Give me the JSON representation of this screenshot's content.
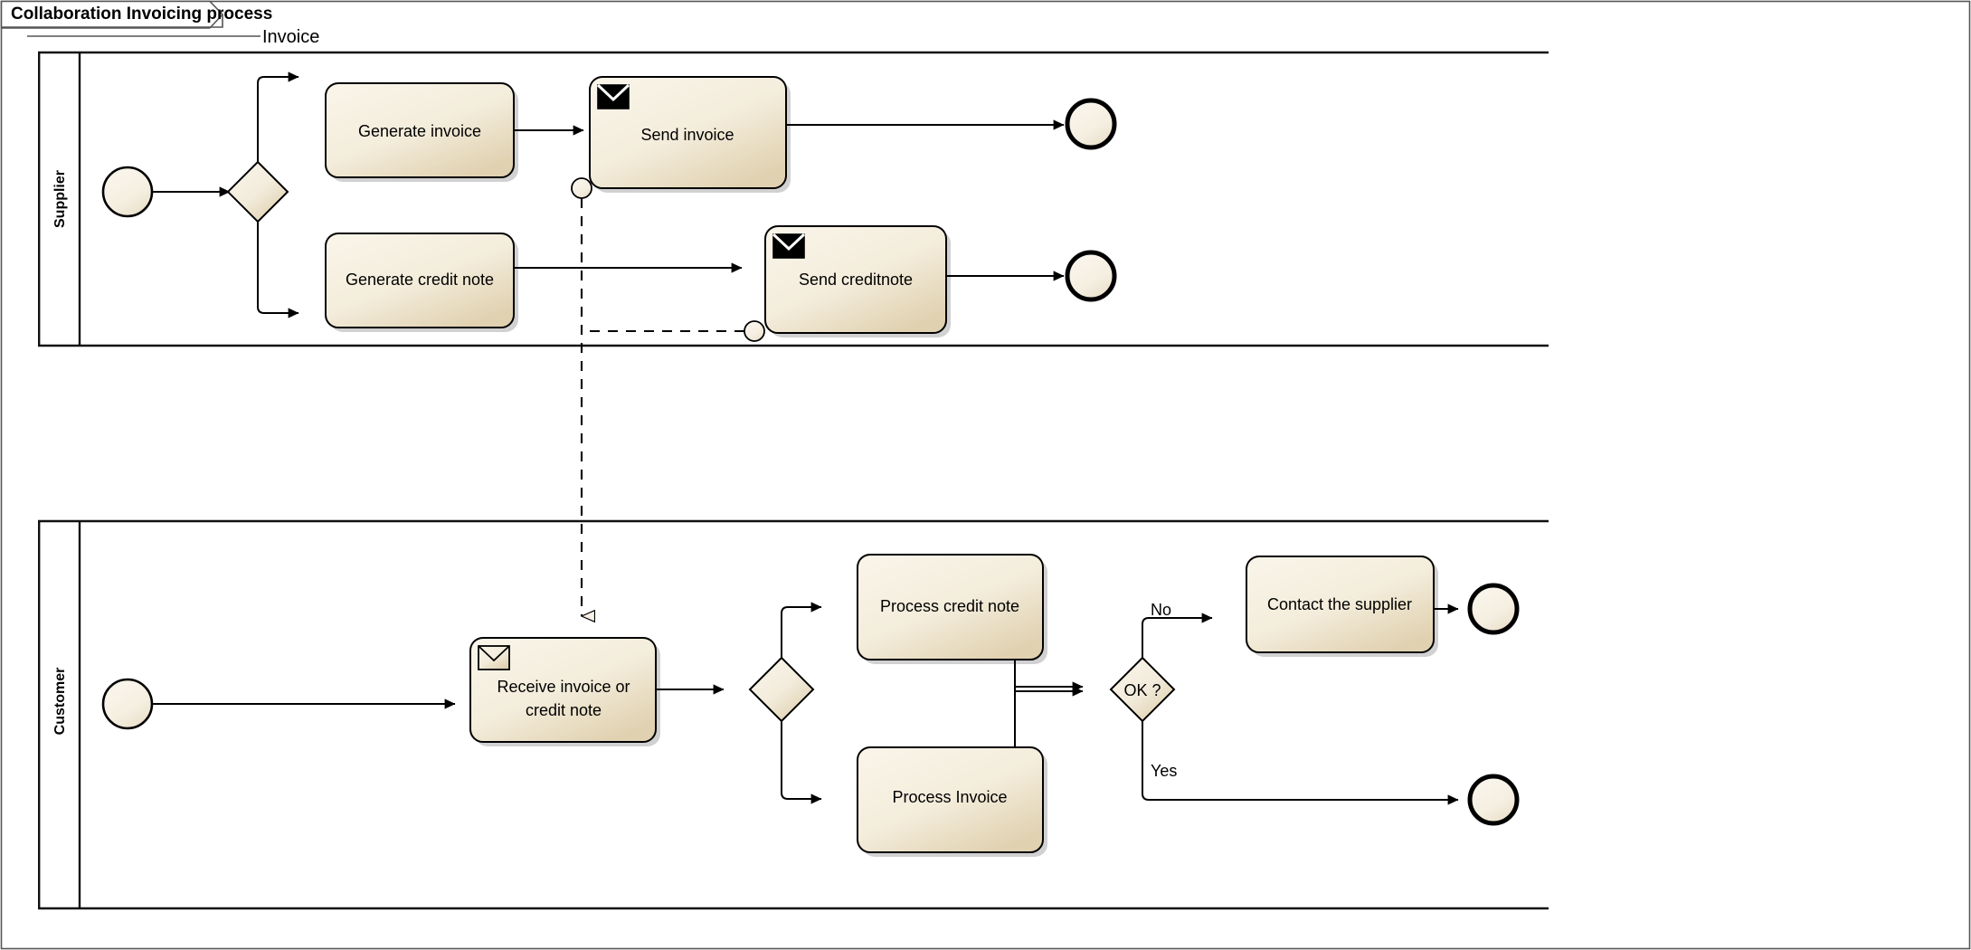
{
  "diagram": {
    "title": "Collaboration Invoicing process",
    "type": "BPMN collaboration diagram",
    "colors": {
      "shape_fill_light": "#f7f1e3",
      "shape_fill_dark": "#e3d5b8",
      "stroke": "#000000",
      "canvas": "#ffffff",
      "shadow": "#9a9a9a"
    }
  },
  "message_flows": [
    {
      "id": "mf-invoice",
      "label": "Invoice",
      "from": "send-invoice",
      "to": "receive-invoice-or-credit-note"
    },
    {
      "id": "mf-creditnote",
      "label": "",
      "from": "send-creditnote",
      "to": "receive-invoice-or-credit-note"
    }
  ],
  "pools": [
    {
      "id": "pool-supplier",
      "label": "Supplier",
      "start_events": [
        {
          "id": "supplier-start",
          "label": ""
        }
      ],
      "gateways": [
        {
          "id": "supplier-split",
          "label": "",
          "kind": "exclusive"
        }
      ],
      "tasks": [
        {
          "id": "generate-invoice",
          "label": "Generate invoice",
          "marker": "none"
        },
        {
          "id": "send-invoice",
          "label": "Send invoice",
          "marker": "send-message"
        },
        {
          "id": "generate-credit-note",
          "label": "Generate credit note",
          "marker": "none"
        },
        {
          "id": "send-creditnote",
          "label": "Send creditnote",
          "marker": "send-message"
        }
      ],
      "end_events": [
        {
          "id": "supplier-end-invoice",
          "label": ""
        },
        {
          "id": "supplier-end-creditnote",
          "label": ""
        }
      ]
    },
    {
      "id": "pool-customer",
      "label": "Customer",
      "start_events": [
        {
          "id": "customer-start",
          "label": ""
        }
      ],
      "gateways": [
        {
          "id": "customer-split",
          "label": "",
          "kind": "exclusive"
        },
        {
          "id": "ok-gateway",
          "label": "OK ?",
          "kind": "exclusive"
        }
      ],
      "tasks": [
        {
          "id": "receive-invoice-or-credit-note",
          "label": "Receive invoice or\ncredit note",
          "label_line1": "Receive invoice or",
          "label_line2": "credit note",
          "marker": "receive-message"
        },
        {
          "id": "process-credit-note",
          "label": "Process credit note",
          "marker": "none"
        },
        {
          "id": "process-invoice",
          "label": "Process Invoice",
          "marker": "none"
        },
        {
          "id": "contact-the-supplier",
          "label": "Contact the supplier",
          "marker": "none"
        }
      ],
      "end_events": [
        {
          "id": "customer-end-no",
          "label": ""
        },
        {
          "id": "customer-end-yes",
          "label": ""
        }
      ],
      "sequence_flow_labels": [
        {
          "id": "flow-no",
          "label": "No"
        },
        {
          "id": "flow-yes",
          "label": "Yes"
        }
      ]
    }
  ]
}
